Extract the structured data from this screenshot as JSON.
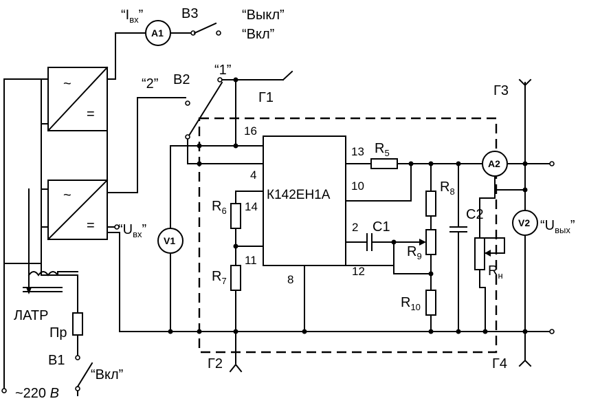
{
  "labels": {
    "i_in_open": "“I",
    "i_in_sub": "вх",
    "i_in_close": "”",
    "a1": "A1",
    "b3": "B3",
    "off": "“Выкл”",
    "on_b3": "“Вкл”",
    "pos2": "“2”",
    "b2": "B2",
    "pos1": "“1”",
    "g1": "Г1",
    "g2": "Г2",
    "g3": "Г3",
    "g4": "Г4",
    "tilde1": "~",
    "eq1": "=",
    "tilde2": "~",
    "eq2": "=",
    "u_in_open": "“U",
    "u_in_sub": "вх",
    "u_in_close": "”",
    "v1": "V1",
    "chip": "К142ЕН1А",
    "pin16": "16",
    "pin4": "4",
    "pin14": "14",
    "pin11": "11",
    "pin8": "8",
    "pin13": "13",
    "pin10": "10",
    "pin2": "2",
    "pin12": "12",
    "r5": "R",
    "r5_sub": "5",
    "r6": "R",
    "r6_sub": "6",
    "r7": "R",
    "r7_sub": "7",
    "r8": "R",
    "r8_sub": "8",
    "r9": "R",
    "r9_sub": "9",
    "r10": "R",
    "r10_sub": "10",
    "rn": "R",
    "rn_sub": "н",
    "c1": "C1",
    "c2": "C2",
    "a2": "A2",
    "v2": "V2",
    "u_out_open": "“U",
    "u_out_sub": "вых",
    "u_out_close": "”",
    "latr": "ЛАТР",
    "pr": "Пр",
    "b1": "B1",
    "on_b1": "“Вкл”",
    "mains": "~220 ",
    "mains_unit": "В"
  }
}
